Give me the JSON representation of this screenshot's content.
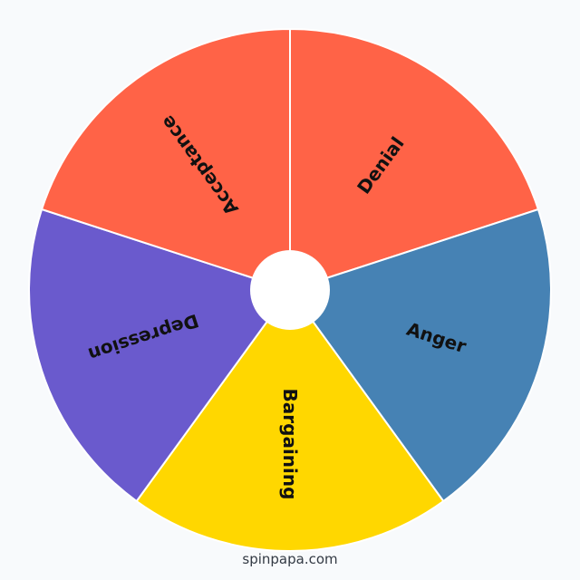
{
  "wheel": {
    "segments": [
      {
        "label": "Denial",
        "color": "#ff6347"
      },
      {
        "label": "Anger",
        "color": "#4682b4"
      },
      {
        "label": "Bargaining",
        "color": "#ffd700"
      },
      {
        "label": "Depression",
        "color": "#6a5acd"
      },
      {
        "label": "Acceptance",
        "color": "#ff6347"
      }
    ],
    "hub_color": "#ffffff",
    "background": "#f8fafc"
  },
  "footer": {
    "site": "spinpapa.com"
  }
}
